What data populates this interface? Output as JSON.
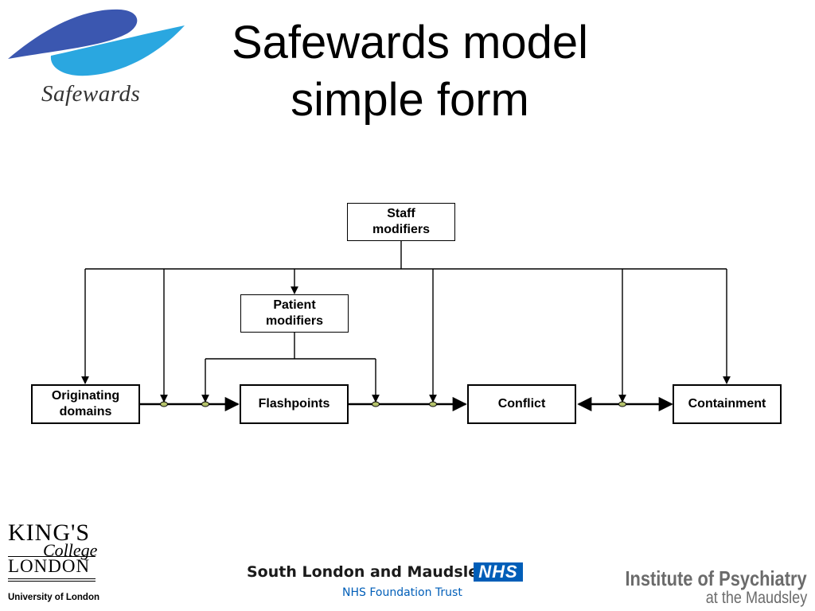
{
  "slide": {
    "title_line1": "Safewards model",
    "title_line2": "simple form"
  },
  "logos": {
    "safewards": {
      "wordmark": "Safewards",
      "colors": [
        "#3b57b0",
        "#2aa7e0",
        "#5d7fc6"
      ]
    },
    "kings_college": {
      "line1": "KING'S",
      "line2": "College",
      "line3": "LONDON",
      "subtitle": "University of London"
    },
    "slam": {
      "name": "South London and Maudsley",
      "nhs_badge": "NHS",
      "trust": "NHS Foundation Trust",
      "nhs_color": "#005eb8"
    },
    "iop": {
      "line1": "Institute of Psychiatry",
      "line2": "at the Maudsley"
    }
  },
  "diagram": {
    "nodes": {
      "staff_modifiers": "Staff\nmodifiers",
      "patient_modifiers": "Patient\nmodifiers",
      "originating_domains": "Originating\ndomains",
      "flashpoints": "Flashpoints",
      "conflict": "Conflict",
      "containment": "Containment"
    },
    "edges": [
      {
        "from": "Originating domains",
        "to": "Flashpoints",
        "style": "arrow"
      },
      {
        "from": "Flashpoints",
        "to": "Conflict",
        "style": "arrow"
      },
      {
        "from": "Conflict",
        "to": "Containment",
        "style": "double-arrow"
      },
      {
        "from": "Staff modifiers",
        "to": "Originating domains",
        "style": "modifier"
      },
      {
        "from": "Staff modifiers",
        "to": "Originating domains → Flashpoints link",
        "style": "modifier"
      },
      {
        "from": "Staff modifiers",
        "to": "Patient modifiers",
        "style": "modifier"
      },
      {
        "from": "Staff modifiers",
        "to": "Flashpoints → Conflict link",
        "style": "modifier"
      },
      {
        "from": "Staff modifiers",
        "to": "Conflict ↔ Containment link",
        "style": "modifier"
      },
      {
        "from": "Staff modifiers",
        "to": "Containment",
        "style": "modifier"
      },
      {
        "from": "Patient modifiers",
        "to": "Originating domains → Flashpoints link",
        "style": "modifier"
      },
      {
        "from": "Patient modifiers",
        "to": "Flashpoints → Conflict link",
        "style": "modifier"
      }
    ],
    "colors": {
      "line": "#000000",
      "junction_dot": "#b5c26b"
    }
  }
}
